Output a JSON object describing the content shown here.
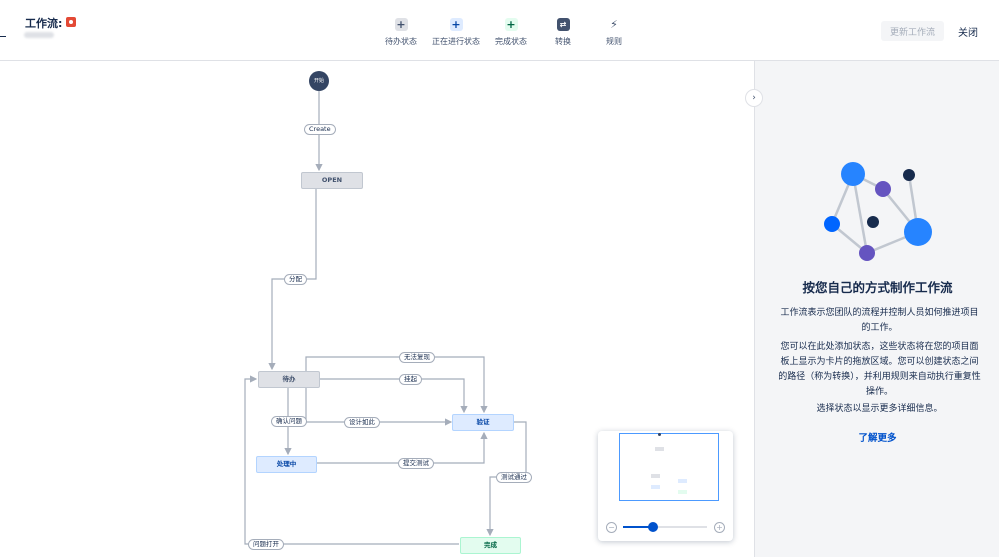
{
  "header": {
    "title": "工作流:",
    "tools": [
      {
        "key": "todo",
        "icon": "+",
        "label": "待办状态"
      },
      {
        "key": "inprogress",
        "icon": "+",
        "label": "正在进行状态"
      },
      {
        "key": "done",
        "icon": "+",
        "label": "完成状态"
      },
      {
        "key": "trans",
        "icon": "⇄",
        "label": "转换"
      },
      {
        "key": "rules",
        "icon": "⚡",
        "label": "规则"
      }
    ],
    "update_button": "更新工作流",
    "close_button": "关闭"
  },
  "workflow": {
    "start": "开始",
    "statuses": {
      "open": "OPEN",
      "todo": "待办",
      "verify": "验证",
      "in_progress": "处理中",
      "done": "完成"
    },
    "transitions": {
      "create": "Create",
      "assign": "分配",
      "cannot_reproduce": "无法复现",
      "suspend": "挂起",
      "confirm_issue": "确认问题",
      "by_design": "设计如此",
      "submit_test": "提交测试",
      "test_passed": "测试通过",
      "reopen": "问题打开"
    }
  },
  "panel": {
    "heading": "按您自己的方式制作工作流",
    "para1": "工作流表示您团队的流程并控制人员如何推进项目的工作。",
    "para2": "您可以在此处添加状态，这些状态将在您的项目面板上显示为卡片的拖放区域。您可以创建状态之间的路径（称为转换），并利用规则来自动执行重复性操作。",
    "para3": "选择状态以显示更多详细信息。",
    "learn_more": "了解更多"
  },
  "zoom": {
    "level": 0.36
  },
  "colors": {
    "accent": "#0052cc",
    "brand_badge": "#e34935"
  }
}
